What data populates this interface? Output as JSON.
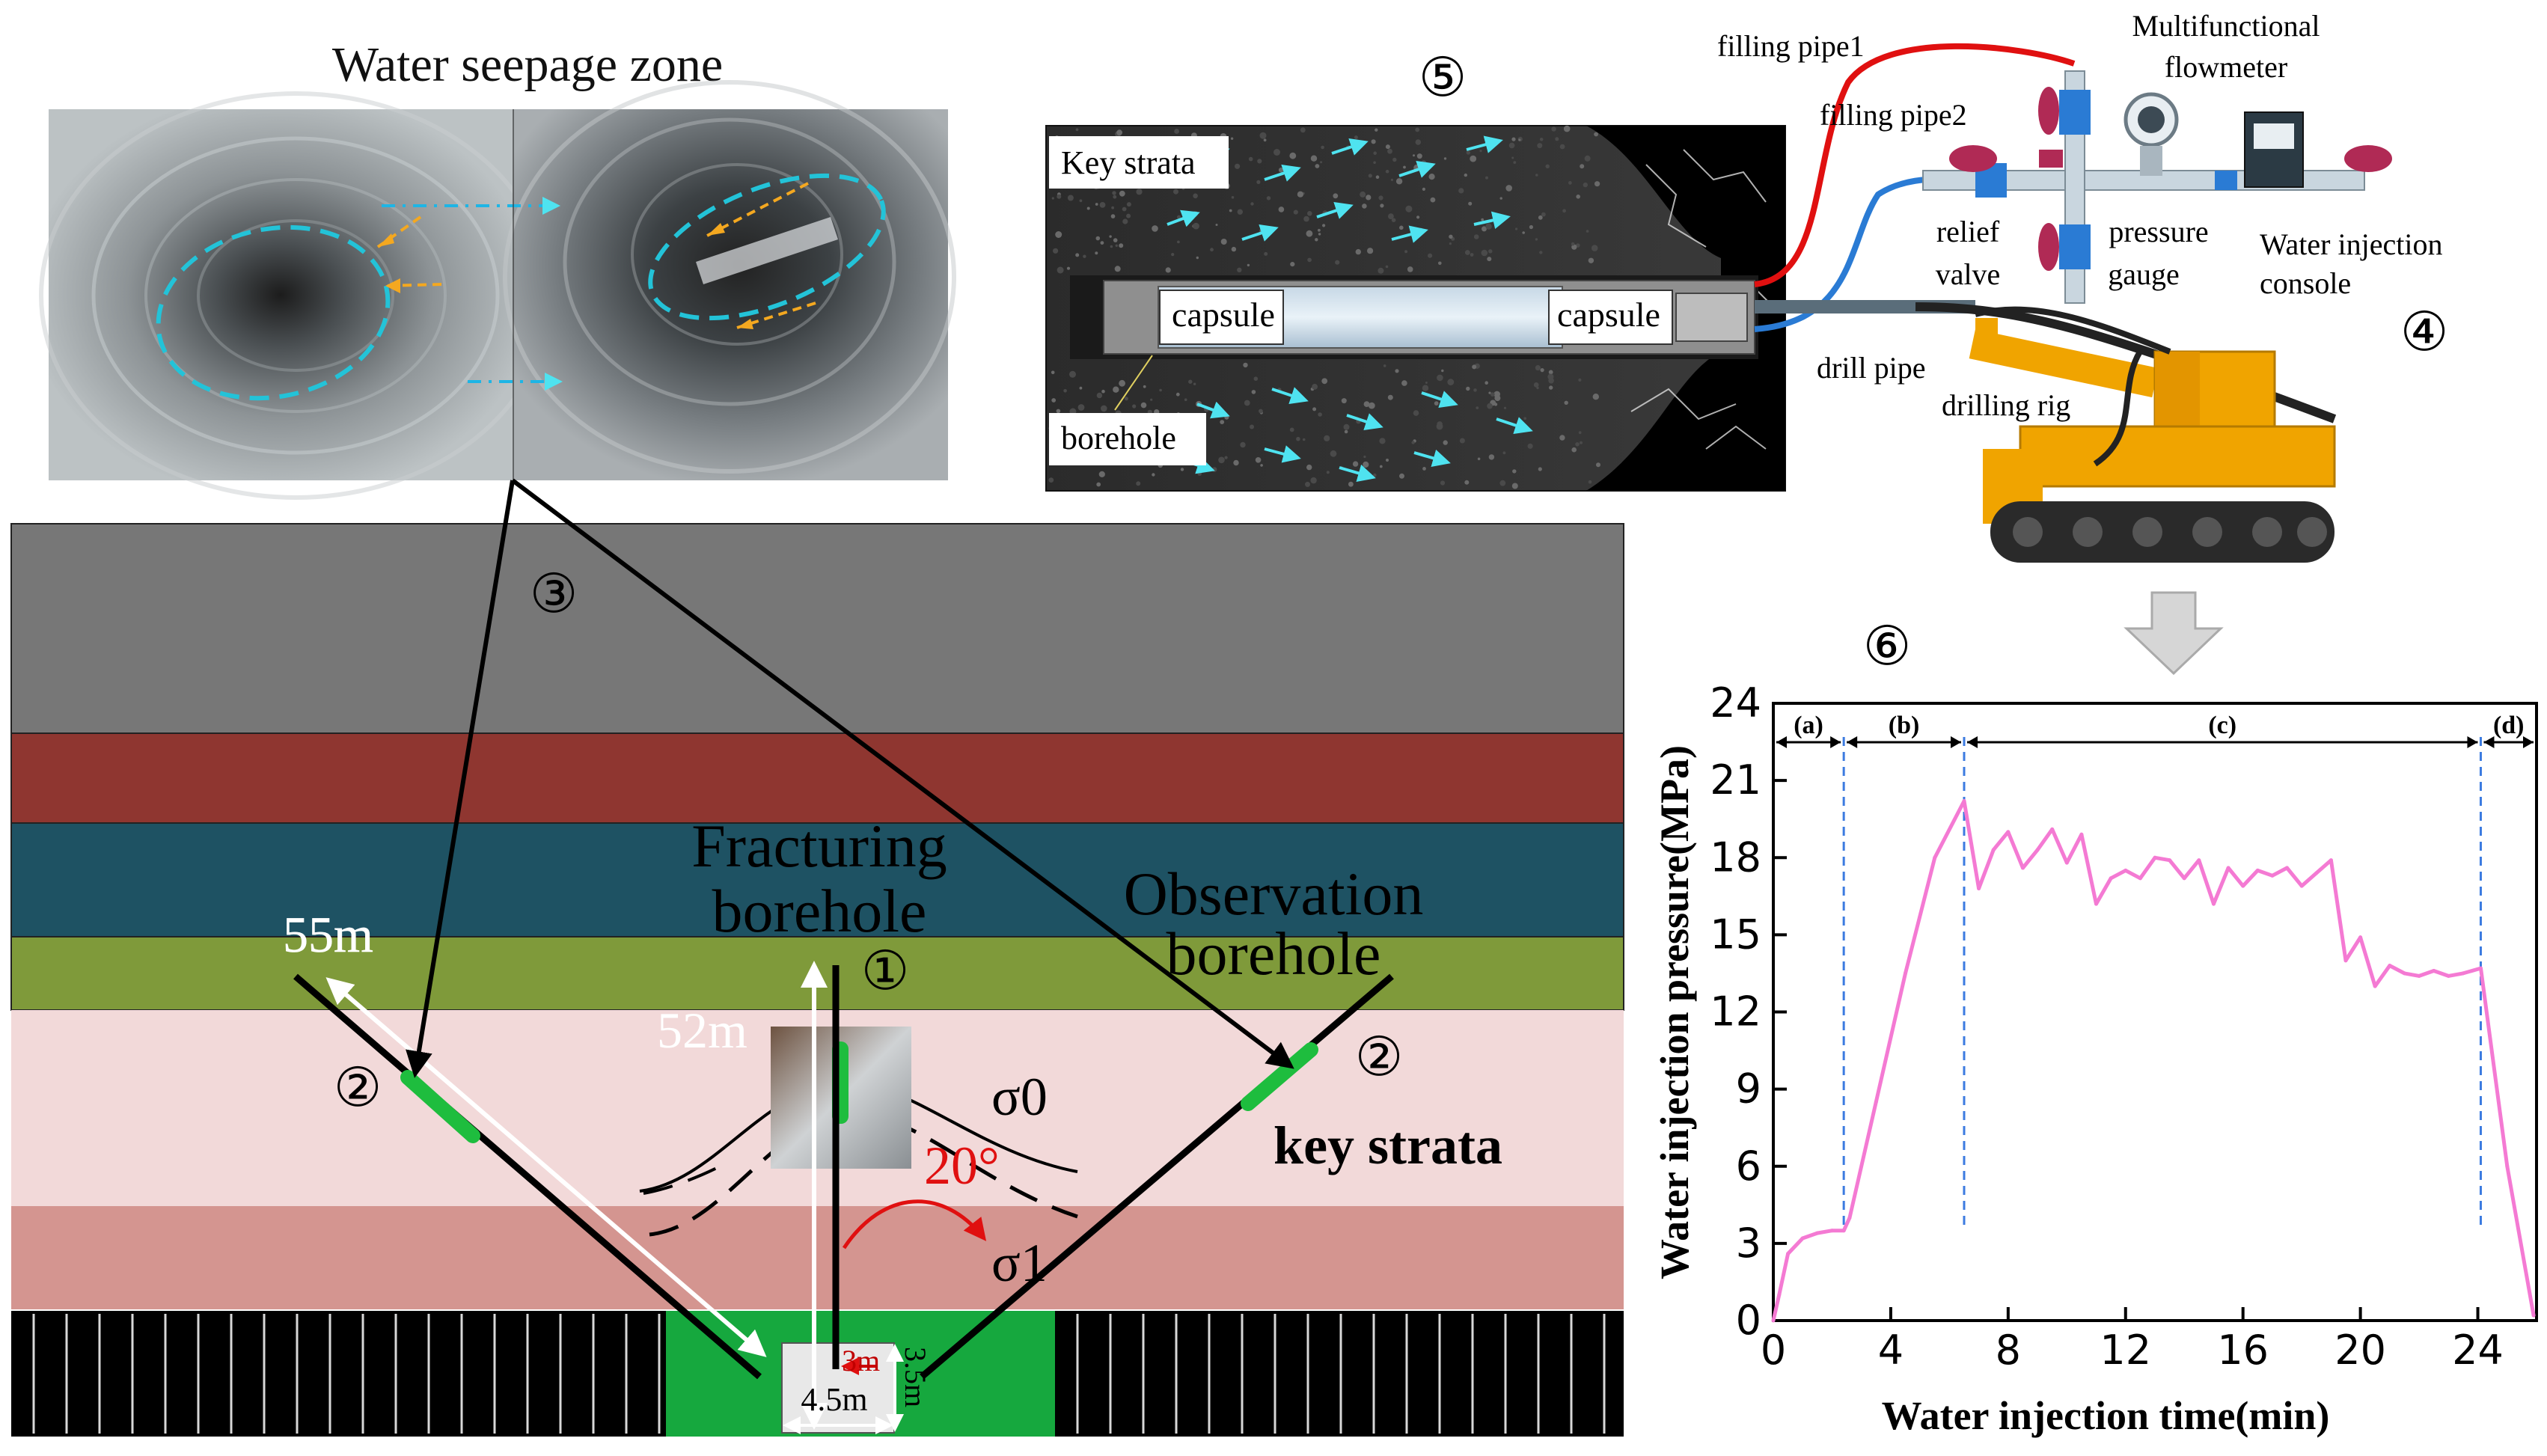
{
  "photo_panel": {
    "title": "Water seepage zone"
  },
  "section_panel": {
    "strata_colors": [
      "#777777",
      "#8f3630",
      "#1e5263",
      "#7f9a3a",
      "#f2d9d9",
      "#d49590"
    ],
    "fracturing_label_line1": "Fracturing",
    "fracturing_label_line2": "borehole",
    "observation_label_line1": "Observation",
    "observation_label_line2": "borehole",
    "key_strata_label": "key strata",
    "left_length": "55m",
    "vertical_length": "52m",
    "angle": "20°",
    "sigma0": "σ0",
    "sigma1": "σ1",
    "roadway_width": "4.5m",
    "offset_small": "3m",
    "roadway_height": "3.5m",
    "marker1": "①",
    "marker2_left": "②",
    "marker2_right": "②",
    "marker3": "③"
  },
  "borehole_panel": {
    "marker": "⑤",
    "key_strata_label": "Key strata",
    "capsule_left": "capsule",
    "capsule_right": "capsule",
    "borehole_label": "borehole"
  },
  "equipment_panel": {
    "marker": "④",
    "filling_pipe1": "filling pipe1",
    "filling_pipe2": "filling pipe2",
    "flowmeter_line1": "Multifunctional",
    "flowmeter_line2": "flowmeter",
    "relief_line1": "relief",
    "relief_line2": "valve",
    "gauge_line1": "pressure",
    "gauge_line2": "gauge",
    "console_line1": "Water injection",
    "console_line2": "console",
    "drill_pipe": "drill pipe",
    "drilling_rig": "drilling rig"
  },
  "chart_panel": {
    "marker": "⑥"
  },
  "chart_data": {
    "type": "line",
    "xlabel": "Water injection time(min)",
    "ylabel": "Water injection pressure(MPa)",
    "xlim": [
      0,
      26
    ],
    "ylim": [
      0,
      24
    ],
    "xticks": [
      0,
      4,
      8,
      12,
      16,
      20,
      24
    ],
    "yticks": [
      0,
      3,
      6,
      9,
      12,
      15,
      18,
      21,
      24
    ],
    "stage_labels": [
      "(a)",
      "(b)",
      "(c)",
      "(d)"
    ],
    "stage_boundaries": [
      2.4,
      6.5,
      24.1
    ],
    "line_color": "#f47ad3",
    "x": [
      0,
      0.2,
      0.5,
      1.0,
      1.5,
      2.0,
      2.4,
      2.6,
      3.5,
      4.5,
      5.5,
      6.5,
      7.0,
      7.5,
      8.0,
      8.5,
      9.0,
      9.5,
      10.0,
      10.5,
      11.0,
      11.5,
      12.0,
      12.5,
      13.0,
      13.5,
      14.0,
      14.5,
      15.0,
      15.5,
      16.0,
      16.5,
      17.0,
      17.5,
      18.0,
      18.5,
      19.0,
      19.5,
      20.0,
      20.5,
      21.0,
      21.5,
      22.0,
      22.5,
      23.0,
      23.5,
      24.1,
      25.0,
      25.9
    ],
    "y": [
      0,
      1.0,
      2.6,
      3.2,
      3.4,
      3.5,
      3.5,
      4.0,
      8.5,
      13.5,
      18.0,
      20.2,
      16.8,
      18.3,
      19.0,
      17.6,
      18.3,
      19.1,
      17.8,
      18.9,
      16.2,
      17.2,
      17.5,
      17.2,
      18.0,
      17.9,
      17.2,
      17.9,
      16.2,
      17.6,
      16.9,
      17.5,
      17.3,
      17.6,
      16.9,
      17.4,
      17.9,
      14.0,
      14.9,
      13.0,
      13.8,
      13.5,
      13.4,
      13.6,
      13.4,
      13.5,
      13.7,
      6.0,
      0.2
    ]
  }
}
